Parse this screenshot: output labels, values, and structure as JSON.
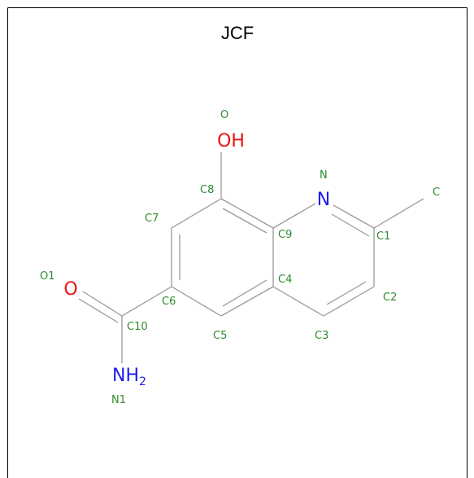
{
  "title": "JCF",
  "colors": {
    "bond": "#999999",
    "oxygen": "#ee1111",
    "nitrogen": "#1a1aee",
    "annotation": "#2e8b2e",
    "frame": "#000000"
  },
  "atoms": {
    "OH": {
      "symbol": "OH"
    },
    "O1": {
      "symbol": "O"
    },
    "N_ring": {
      "symbol": "N"
    },
    "NH2": {
      "main": "NH",
      "sub": "2"
    }
  },
  "annotations": {
    "O": "O",
    "N": "N",
    "C": "C",
    "C8": "C8",
    "C7": "C7",
    "C9": "C9",
    "C1": "C1",
    "O1": "O1",
    "C4": "C4",
    "C6": "C6",
    "C2": "C2",
    "C10": "C10",
    "C5": "C5",
    "C3": "C3",
    "N1": "N1"
  }
}
